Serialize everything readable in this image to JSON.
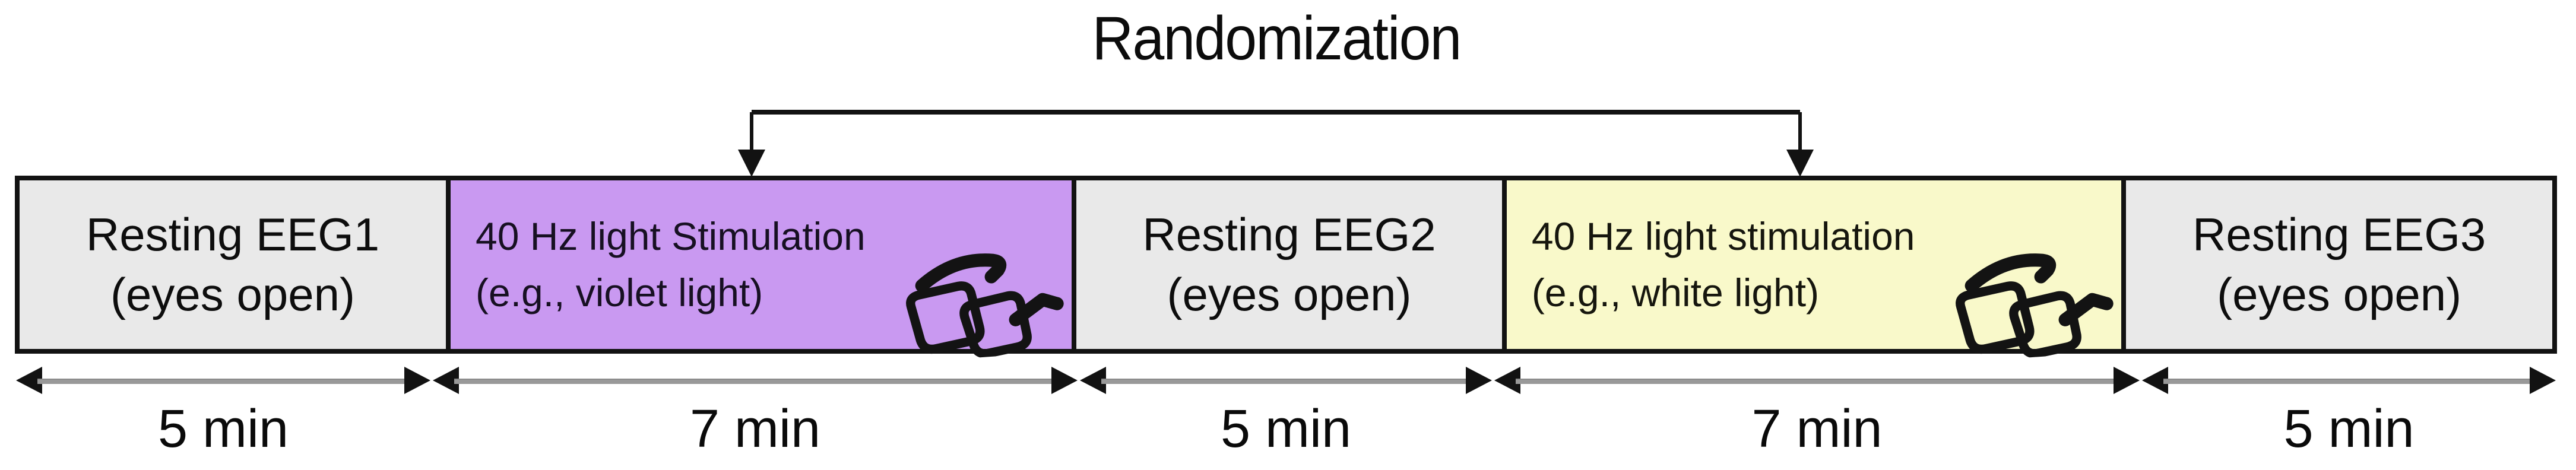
{
  "title": "Randomization",
  "timeline": {
    "boxes": [
      {
        "kind": "rest",
        "line1": "Resting EEG1",
        "line2": "(eyes open)",
        "duration": "5 min"
      },
      {
        "kind": "stimulation",
        "line1": "40 Hz light Stimulation",
        "line2": "(e.g., violet light)",
        "duration": "7 min",
        "icon": "glasses-icon"
      },
      {
        "kind": "rest",
        "line1": "Resting EEG2",
        "line2": "(eyes open)",
        "duration": "5 min"
      },
      {
        "kind": "stimulation",
        "line1": "40 Hz light stimulation",
        "line2": "(e.g., white light)",
        "duration": "7 min",
        "icon": "glasses-icon"
      },
      {
        "kind": "rest",
        "line1": "Resting EEG3",
        "line2": "(eyes open)",
        "duration": "5 min"
      }
    ],
    "randomization_targets": [
      "40 Hz light Stimulation (e.g., violet light)",
      "40 Hz light stimulation (e.g., white light)"
    ]
  },
  "colors": {
    "rest_fill": "#e9e9e9",
    "violet_fill": "#c999f1",
    "white_light_fill": "#f9f9ca",
    "box_border": "#121212",
    "dimension_line": "#999999",
    "arrowhead": "#121212",
    "text": "#0d0d0d",
    "background": "#ffffff"
  }
}
